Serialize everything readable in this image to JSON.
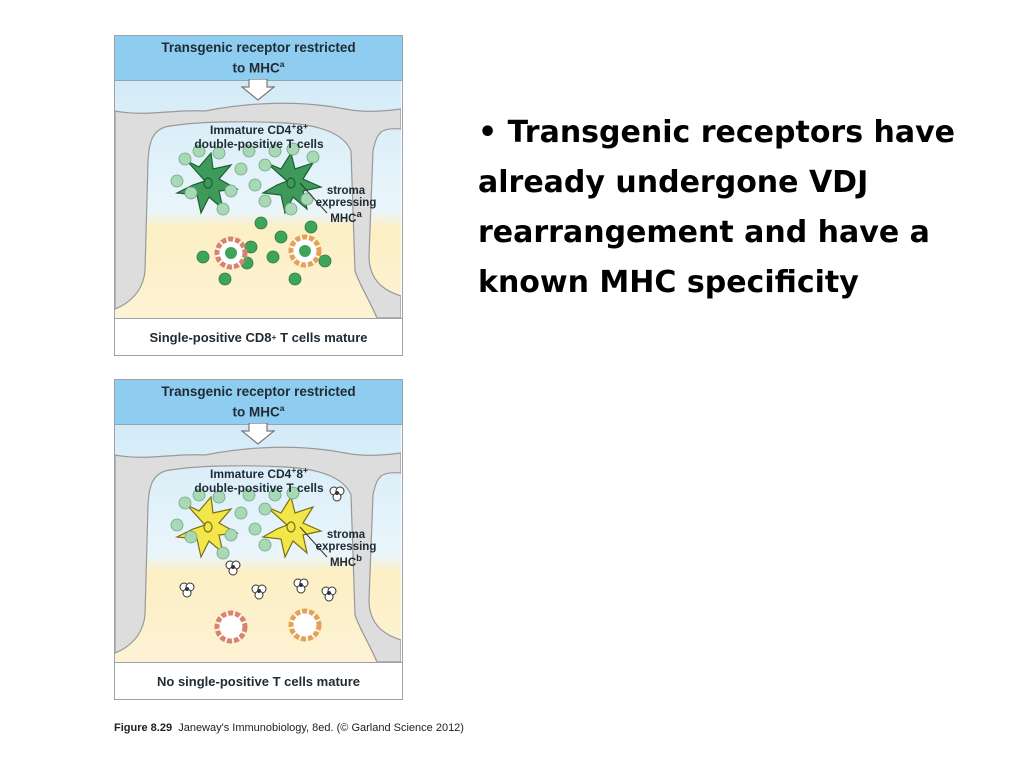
{
  "top_panel": {
    "header_line1": "Transgenic receptor restricted",
    "header_line2": "to MHC",
    "header_sup": "a",
    "cells_label_line1_pre": "Immature CD4",
    "cells_label_sup1": "+",
    "cells_label_mid": "8",
    "cells_label_sup2": "+",
    "cells_label_line2": "double-positive T cells",
    "stroma_line1": "stroma",
    "stroma_line2": "expressing",
    "stroma_line3": "MHC",
    "stroma_sup": "a",
    "footer_pre": "Single-positive CD8",
    "footer_sup": "+",
    "footer_post": " T cells mature",
    "stroma_color": "#3e9a5a"
  },
  "bottom_panel": {
    "header_line1": "Transgenic receptor restricted",
    "header_line2": "to MHC",
    "header_sup": "a",
    "cells_label_line1_pre": "Immature CD4",
    "cells_label_sup1": "+",
    "cells_label_mid": "8",
    "cells_label_sup2": "+",
    "cells_label_line2": "double-positive T cells",
    "stroma_line1": "stroma",
    "stroma_line2": "expressing",
    "stroma_line3": "MHC",
    "stroma_sup": "b",
    "footer": "No single-positive T cells mature",
    "stroma_color": "#f2e64a"
  },
  "caption": {
    "figure": "Figure 8.29",
    "source": "Janeway's Immunobiology, 8ed. (© Garland Science 2012)"
  },
  "bullet_text": "• Transgenic receptors have already undergone VDJ rearrangement and have a known MHC specificity",
  "colors": {
    "header_blue": "#8ecdf0",
    "sky_blue": "#d3ebf7",
    "sand": "#fcefc4",
    "gray_stroma": "#dddddd",
    "cell_green": "#5ab87a",
    "macrophage_red": "#d9826f",
    "macrophage_orange": "#e6a05a"
  }
}
